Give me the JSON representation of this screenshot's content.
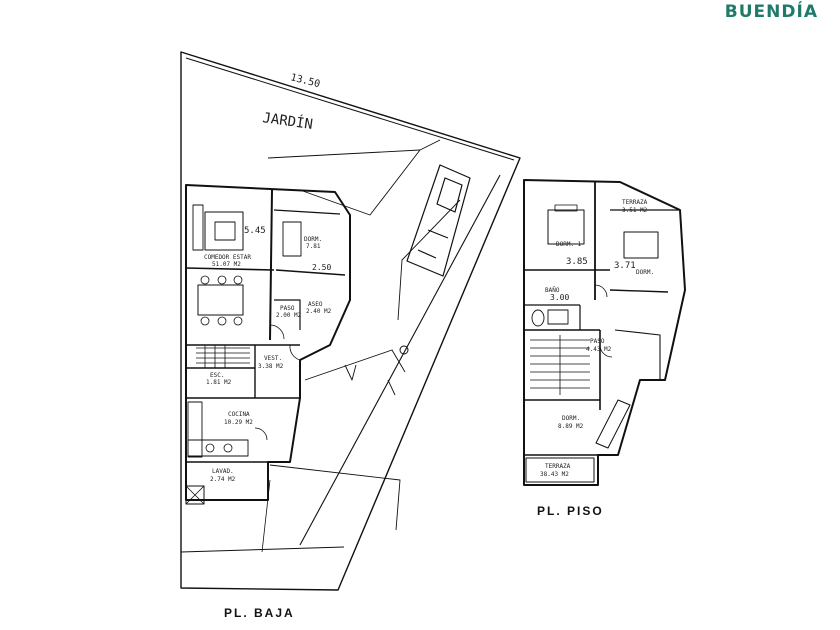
{
  "brand": {
    "name": "BUENDÍA",
    "color": "#1f7a6a"
  },
  "plans": {
    "baja": {
      "caption": "PL. BAJA",
      "dimension": "13.50",
      "garden": "JARDÍN",
      "rooms": {
        "estar": {
          "name": "COMEDOR ESTAR",
          "area": "51.07 M2"
        },
        "dorm": {
          "name": "DORM.",
          "area": "7.81"
        },
        "paso": {
          "name": "PASO",
          "area": "2.00 M2"
        },
        "aseo": {
          "name": "ASEO",
          "area": "2.40 M2"
        },
        "vest": {
          "name": "VEST.",
          "area": "3.38 M2"
        },
        "esc": {
          "name": "ESC.",
          "area": "1.81 M2"
        },
        "cocina": {
          "name": "COCINA",
          "area": "10.29 M2"
        },
        "lavad": {
          "name": "LAVAD.",
          "area": "2.74 M2"
        }
      },
      "marks": {
        "m1": "5.45",
        "m2": "2.50"
      }
    },
    "piso": {
      "caption": "PL. PISO",
      "rooms": {
        "dorm1": {
          "name": "DORM. 1",
          "area": "3.85"
        },
        "dorm2": {
          "name": "DORM.",
          "area": "3.71"
        },
        "terraza_sup": {
          "name": "TERRAZA",
          "area": "3.51 M2"
        },
        "paso": {
          "name": "PASO",
          "area": "4.43 M2"
        },
        "baño": {
          "name": "BAÑO",
          "area": "3.00"
        },
        "dorm3": {
          "name": "DORM.",
          "area": "8.89 M2"
        },
        "terraza": {
          "name": "TERRAZA",
          "area": "38.43 M2"
        }
      }
    }
  }
}
